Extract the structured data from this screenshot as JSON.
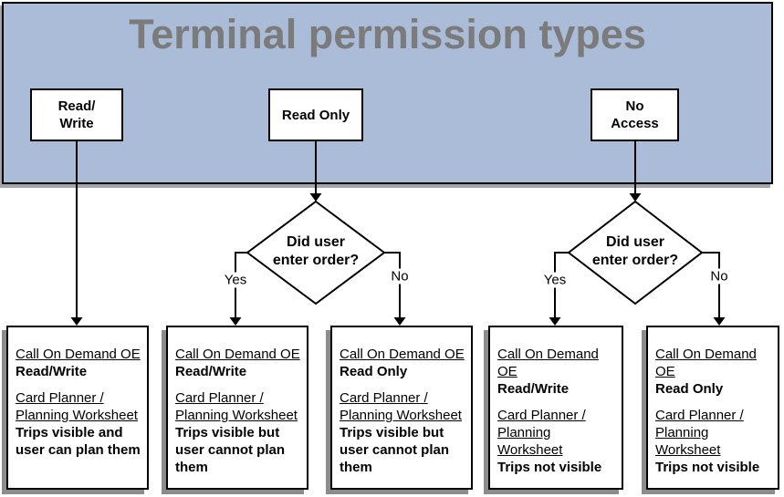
{
  "title": "Terminal permission types",
  "colors": {
    "banner_bg": "#aabcd8",
    "title_text": "#7b7b7b",
    "box_shadow": "#8c8c8c",
    "line": "#000000"
  },
  "top_boxes": [
    {
      "id": "read-write",
      "label": "Read/\nWrite"
    },
    {
      "id": "read-only",
      "label": "Read Only"
    },
    {
      "id": "no-access",
      "label": "No\nAccess"
    }
  ],
  "diamonds": [
    {
      "question": "Did user\nenter order?",
      "yes_label": "Yes",
      "no_label": "No"
    },
    {
      "question": "Did user\nenter order?",
      "yes_label": "Yes",
      "no_label": "No"
    }
  ],
  "result_boxes": [
    {
      "lines": [
        {
          "text": "Call On Demand OE",
          "style": "underline"
        },
        {
          "text": "Read/Write",
          "style": "bold"
        },
        {
          "text": "Card Planner /",
          "style": "underline",
          "gap": true
        },
        {
          "text": "Planning Worksheet",
          "style": "underline"
        },
        {
          "text": "Trips visible and",
          "style": "bold"
        },
        {
          "text": "user can plan them",
          "style": "bold"
        }
      ]
    },
    {
      "lines": [
        {
          "text": "Call On Demand OE",
          "style": "underline"
        },
        {
          "text": "Read/Write",
          "style": "bold"
        },
        {
          "text": "Card Planner /",
          "style": "underline",
          "gap": true
        },
        {
          "text": "Planning Worksheet",
          "style": "underline"
        },
        {
          "text": "Trips visible but",
          "style": "bold"
        },
        {
          "text": "user cannot plan",
          "style": "bold"
        },
        {
          "text": "them",
          "style": "bold"
        }
      ]
    },
    {
      "lines": [
        {
          "text": "Call On Demand OE",
          "style": "underline"
        },
        {
          "text": "Read Only",
          "style": "bold"
        },
        {
          "text": "Card Planner /",
          "style": "underline",
          "gap": true
        },
        {
          "text": "Planning Worksheet",
          "style": "underline"
        },
        {
          "text": "Trips visible but",
          "style": "bold"
        },
        {
          "text": "user cannot plan",
          "style": "bold"
        },
        {
          "text": "them",
          "style": "bold"
        }
      ]
    },
    {
      "lines": [
        {
          "text": "Call On Demand",
          "style": "underline"
        },
        {
          "text": "OE",
          "style": "underline"
        },
        {
          "text": "Read/Write",
          "style": "bold"
        },
        {
          "text": "Card Planner /",
          "style": "underline",
          "gap": true
        },
        {
          "text": "Planning",
          "style": "underline"
        },
        {
          "text": "Worksheet",
          "style": "underline"
        },
        {
          "text": "Trips not visible",
          "style": "bold"
        }
      ]
    },
    {
      "lines": [
        {
          "text": "Call On Demand",
          "style": "underline"
        },
        {
          "text": "OE",
          "style": "underline"
        },
        {
          "text": "Read Only",
          "style": "bold"
        },
        {
          "text": "Card Planner /",
          "style": "underline",
          "gap": true
        },
        {
          "text": "Planning",
          "style": "underline"
        },
        {
          "text": "Worksheet",
          "style": "underline"
        },
        {
          "text": "Trips not visible",
          "style": "bold"
        }
      ]
    }
  ]
}
